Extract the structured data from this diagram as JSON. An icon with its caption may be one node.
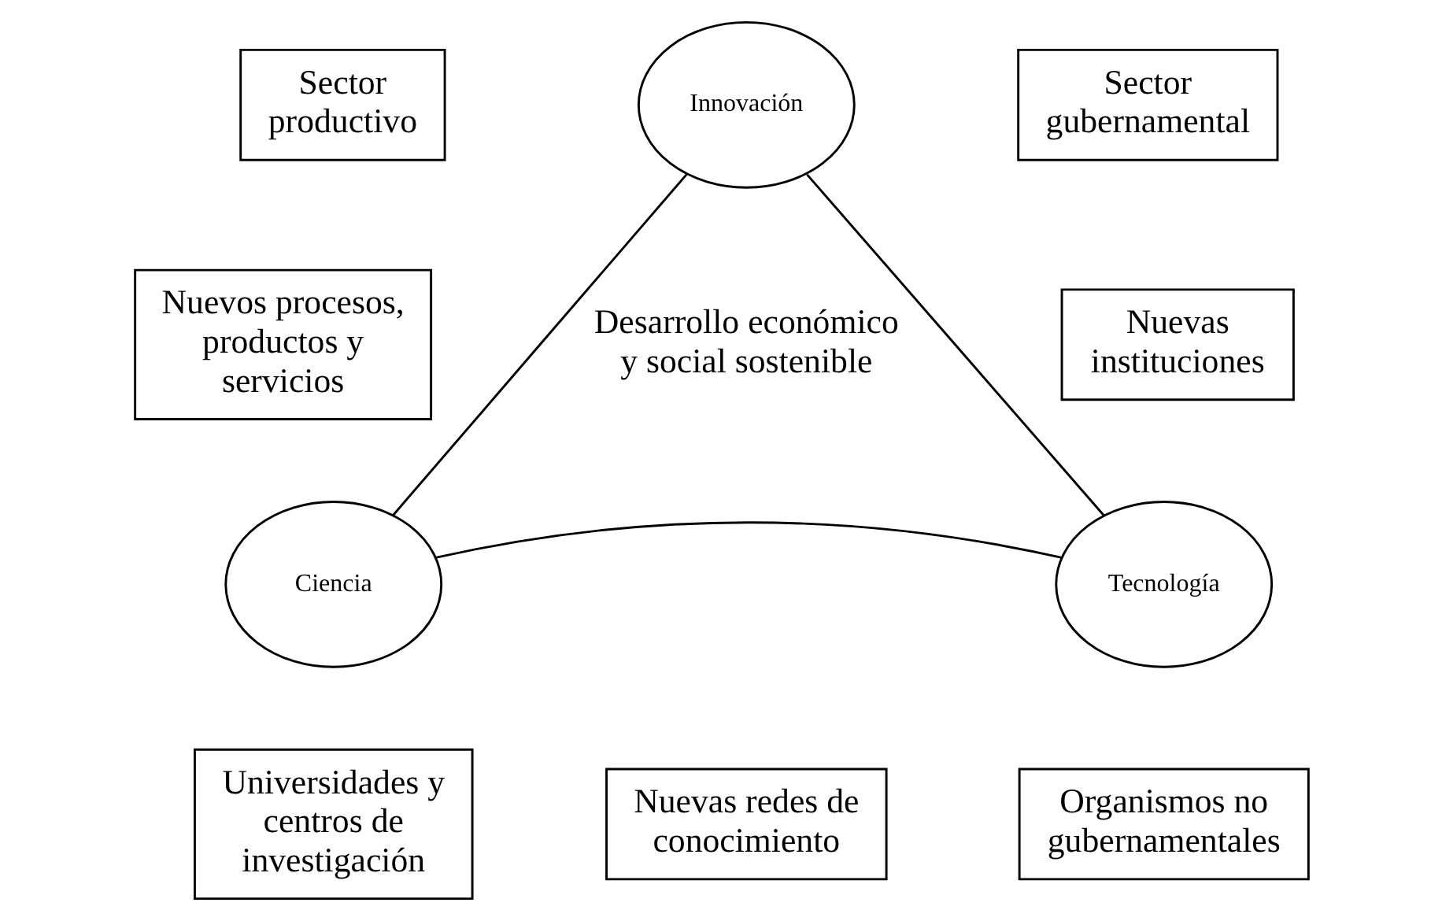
{
  "diagram": {
    "nodes": [
      {
        "text": [
          "Sector productivo"
        ]
      },
      {
        "text": [
          "Innovación"
        ]
      },
      {
        "text": [
          "Sector gubernamental"
        ]
      },
      {
        "text": [
          "Nuevos procesos, productos y servicios"
        ]
      },
      {
        "text": [
          "Nuevas instituciones"
        ]
      },
      {
        "text": [
          "Ciencia"
        ]
      },
      {
        "text": [
          "Tecnología"
        ]
      },
      {
        "text": [
          "Nuevas redes de conocimiento"
        ]
      },
      {
        "text": [
          "Universidades y centros de investigación"
        ]
      },
      {
        "text": [
          "Organismos no gubernamentales"
        ]
      }
    ],
    "edges": [
      {
        "from": 1,
        "to": 5,
        "arrow": "none"
      },
      {
        "from": 1,
        "to": 6,
        "arrow": "none"
      },
      {
        "from": 5,
        "to": 6,
        "arrow": "none"
      }
    ],
    "labels": [
      "Desarrollo económico y social sostenible"
    ]
  }
}
